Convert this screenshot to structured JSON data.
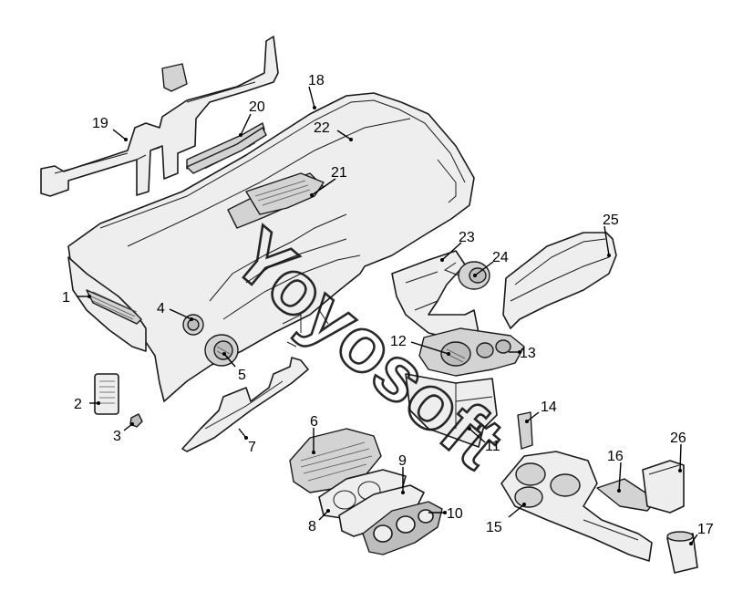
{
  "diagram": {
    "watermark_text": "Yoyosoft",
    "colors": {
      "line": "#1a1a1a",
      "fill_light": "#eeeeee",
      "fill_mid": "#d3d3d3",
      "fill_dark": "#bdbdbd",
      "background": "#ffffff"
    },
    "callouts": {
      "c1": "1",
      "c2": "2",
      "c3": "3",
      "c4": "4",
      "c5": "5",
      "c6": "6",
      "c7": "7",
      "c8": "8",
      "c9": "9",
      "c10": "10",
      "c11": "11",
      "c12": "12",
      "c13": "13",
      "c14": "14",
      "c15": "15",
      "c16": "16",
      "c17": "17",
      "c18": "18",
      "c19": "19",
      "c20": "20",
      "c21": "21",
      "c22": "22",
      "c23": "23",
      "c24": "24",
      "c25": "25",
      "c26": "26"
    }
  }
}
